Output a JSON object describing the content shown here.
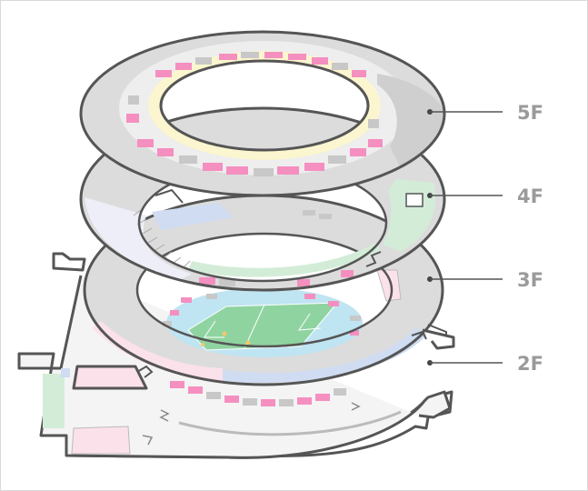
{
  "floor_labels": [
    "5F",
    "4F",
    "3F",
    "2F"
  ],
  "colors": {
    "outline": "#555555",
    "concourse": "#dcdcdc",
    "seats_pink": "#f48fc0",
    "seats_gray": "#c8c8c8",
    "zone_yellow": "#fbf6cf",
    "zone_green": "#d3ecd8",
    "zone_blue": "#cfdcf2",
    "zone_pink": "#fbe1ea",
    "zone_lavender": "#eeeef8",
    "field": "#8fd4a0",
    "track": "#bfe4f2"
  }
}
